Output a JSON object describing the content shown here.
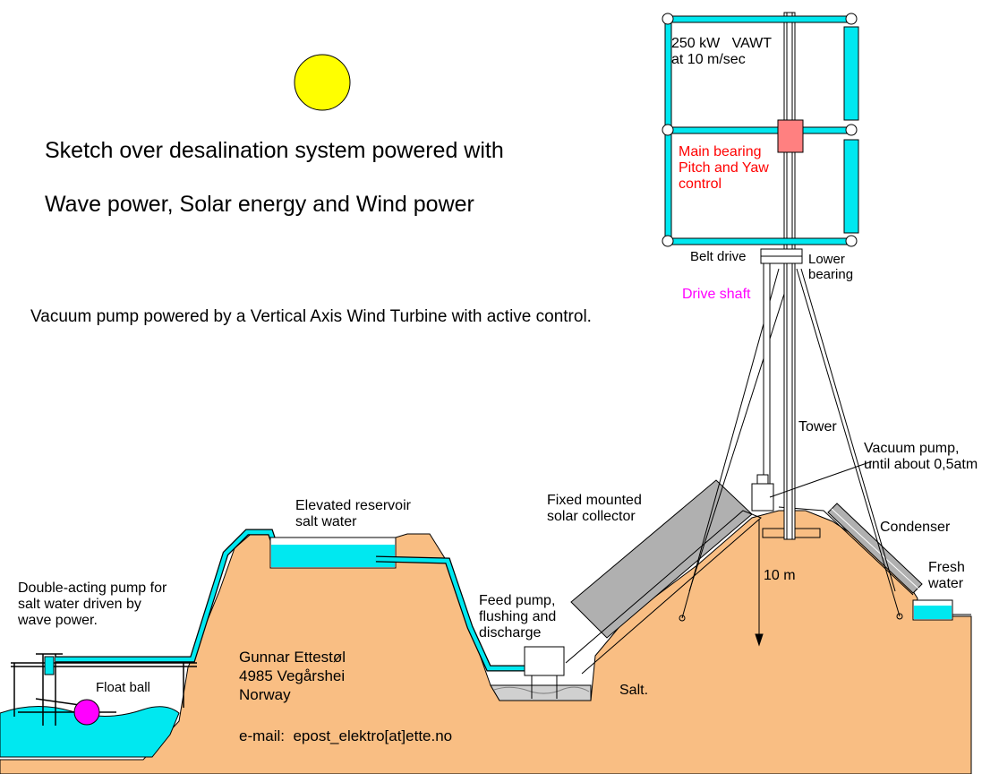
{
  "colors": {
    "ground": "#f9be83",
    "water": "#00e8f0",
    "sun": "#ffff00",
    "bearing": "#ff8080",
    "collector": "#b0b0b0",
    "red_text": "#ff0000",
    "magenta_text": "#ff00ff",
    "float_ball": "#ff00ff"
  },
  "title": {
    "line1": "Sketch over desalination system powered with",
    "line2": "Wave power, Solar energy and Wind power"
  },
  "subtitle": "Vacuum pump powered by a Vertical Axis Wind Turbine with active control.",
  "turbine": {
    "rating": "250 kW   VAWT\nat 10 m/sec",
    "main_bearing": "Main bearing\nPitch and Yaw\ncontrol",
    "belt_drive": "Belt drive",
    "lower_bearing": "Lower\nbearing",
    "drive_shaft": "Drive shaft",
    "tower": "Tower"
  },
  "labels": {
    "vacuum_pump": "Vacuum pump,\nuntil about 0,5atm",
    "condenser": "Condenser",
    "fresh_water": "Fresh\nwater",
    "height": "10 m",
    "solar_collector": "Fixed mounted\nsolar collector",
    "feed_pump": "Feed pump,\nflushing and\ndischarge",
    "salt": "Salt.",
    "reservoir": "Elevated reservoir\nsalt water",
    "wave_pump": "Double-acting pump for\nsalt water driven by\nwave power.",
    "float_ball": "Float ball"
  },
  "author": {
    "name": "Gunnar Ettestøl",
    "address": "4985 Vegårshei",
    "country": "Norway",
    "email": "e-mail:  epost_elektro[at]ette.no"
  }
}
